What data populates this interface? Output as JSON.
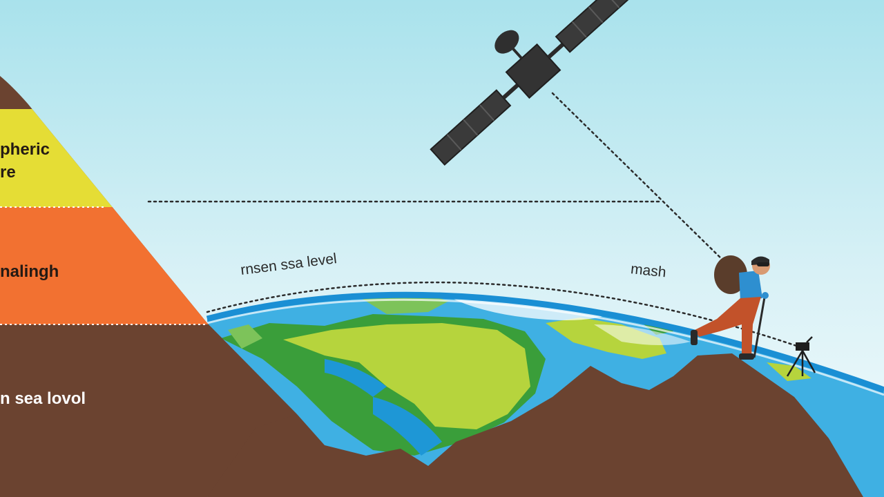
{
  "layer_labels": {
    "yellow_line1": "pheric",
    "yellow_line2": "re",
    "orange": "nalingh",
    "brown": "n sea lovol"
  },
  "curve_labels": {
    "left": "rnsen ssa level",
    "right": "mash"
  },
  "colors": {
    "sky_top": "#a9e2ec",
    "sky_bottom": "#f4fbfd",
    "mountain_brown": "#6b4330",
    "band_orange": "#f27131",
    "band_yellow": "#e5dd35",
    "ocean_blue": "#1e97d6",
    "land_green": "#3a9e3a",
    "land_lime": "#b6d43d",
    "satellite_body": "#3a3a3a",
    "hiker_pants": "#c2522a",
    "hiker_jacket": "#2e8fd0"
  },
  "icons": {
    "satellite": "satellite-icon",
    "hiker": "hiker-icon",
    "tripod": "tripod-icon"
  }
}
